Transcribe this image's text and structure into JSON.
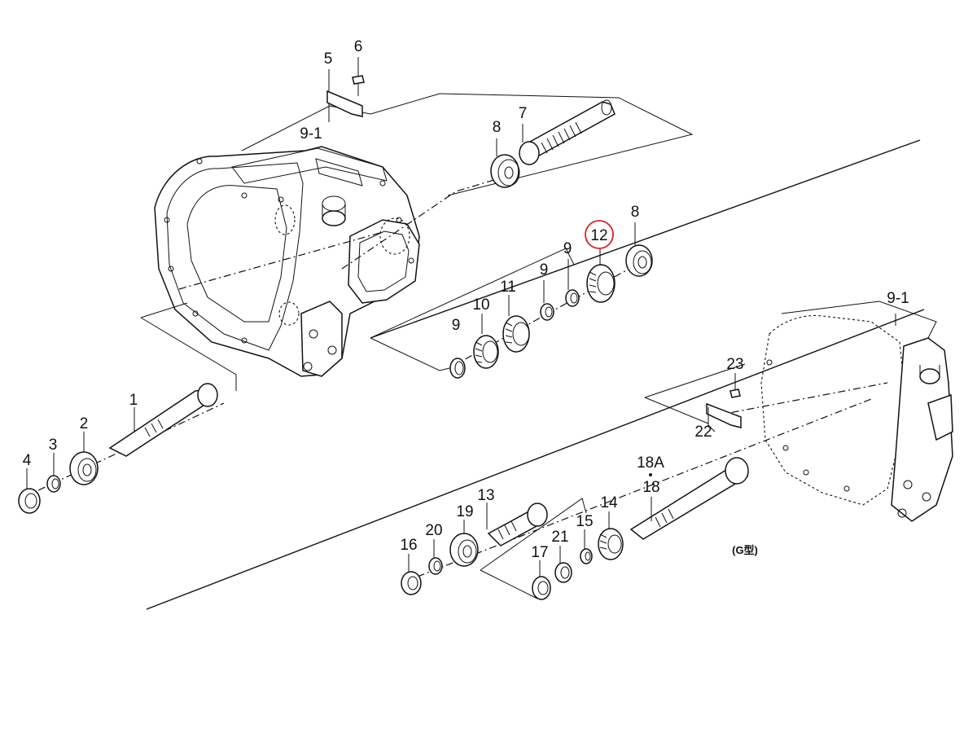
{
  "diagram": {
    "highlight_color": "#e02020",
    "line_color": "#111111",
    "highlighted_callout": "12",
    "callouts": {
      "c5": "5",
      "c6": "6",
      "c9_1_top": "9-1",
      "c8_top": "8",
      "c7": "7",
      "c12": "12",
      "c8_mid": "8",
      "c9_a": "9",
      "c9_b": "9",
      "c11": "11",
      "c10": "10",
      "c9_c": "9",
      "c1": "1",
      "c2": "2",
      "c3": "3",
      "c4": "4",
      "c9_1_right": "9-1",
      "c23": "23",
      "c22": "22",
      "c18a": "18A",
      "c18": "18",
      "c13": "13",
      "c19": "19",
      "c20": "20",
      "c16": "16",
      "c14": "14",
      "c15": "15",
      "c21": "21",
      "c17": "17"
    },
    "model_note": "(G型)"
  }
}
